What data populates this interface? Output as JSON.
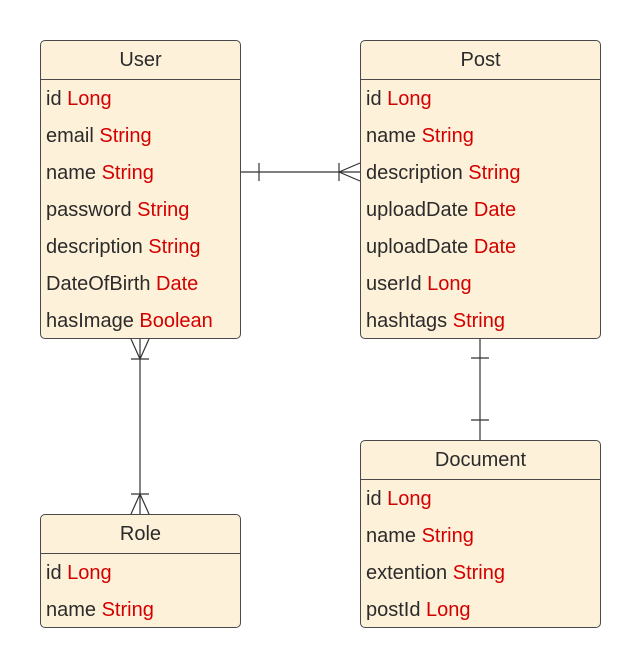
{
  "entities": {
    "user": {
      "title": "User",
      "attributes": [
        {
          "name": "id",
          "type": "Long"
        },
        {
          "name": "email",
          "type": "String"
        },
        {
          "name": "name",
          "type": "String"
        },
        {
          "name": "password",
          "type": "String"
        },
        {
          "name": "description",
          "type": "String"
        },
        {
          "name": "DateOfBirth",
          "type": "Date"
        },
        {
          "name": "hasImage",
          "type": "Boolean"
        }
      ]
    },
    "post": {
      "title": "Post",
      "attributes": [
        {
          "name": "id",
          "type": "Long"
        },
        {
          "name": "name",
          "type": "String"
        },
        {
          "name": "description",
          "type": "String"
        },
        {
          "name": "uploadDate",
          "type": "Date"
        },
        {
          "name": "uploadDate",
          "type": "Date"
        },
        {
          "name": "userId",
          "type": "Long"
        },
        {
          "name": "hashtags",
          "type": "String"
        }
      ]
    },
    "document": {
      "title": "Document",
      "attributes": [
        {
          "name": "id",
          "type": "Long"
        },
        {
          "name": "name",
          "type": "String"
        },
        {
          "name": "extention",
          "type": "String"
        },
        {
          "name": "postId",
          "type": "Long"
        }
      ]
    },
    "role": {
      "title": "Role",
      "attributes": [
        {
          "name": "id",
          "type": "Long"
        },
        {
          "name": "name",
          "type": "String"
        }
      ]
    }
  },
  "relationships": [
    {
      "from": "User",
      "to": "Post",
      "from_cardinality": "one",
      "to_cardinality": "many"
    },
    {
      "from": "User",
      "to": "Role",
      "from_cardinality": "many",
      "to_cardinality": "many"
    },
    {
      "from": "Post",
      "to": "Document",
      "from_cardinality": "one",
      "to_cardinality": "one"
    }
  ],
  "colors": {
    "entity_fill": "#fdf1d9",
    "border": "#4a4a4a",
    "attribute_name": "#2b2b2b",
    "attribute_type": "#d40000"
  }
}
